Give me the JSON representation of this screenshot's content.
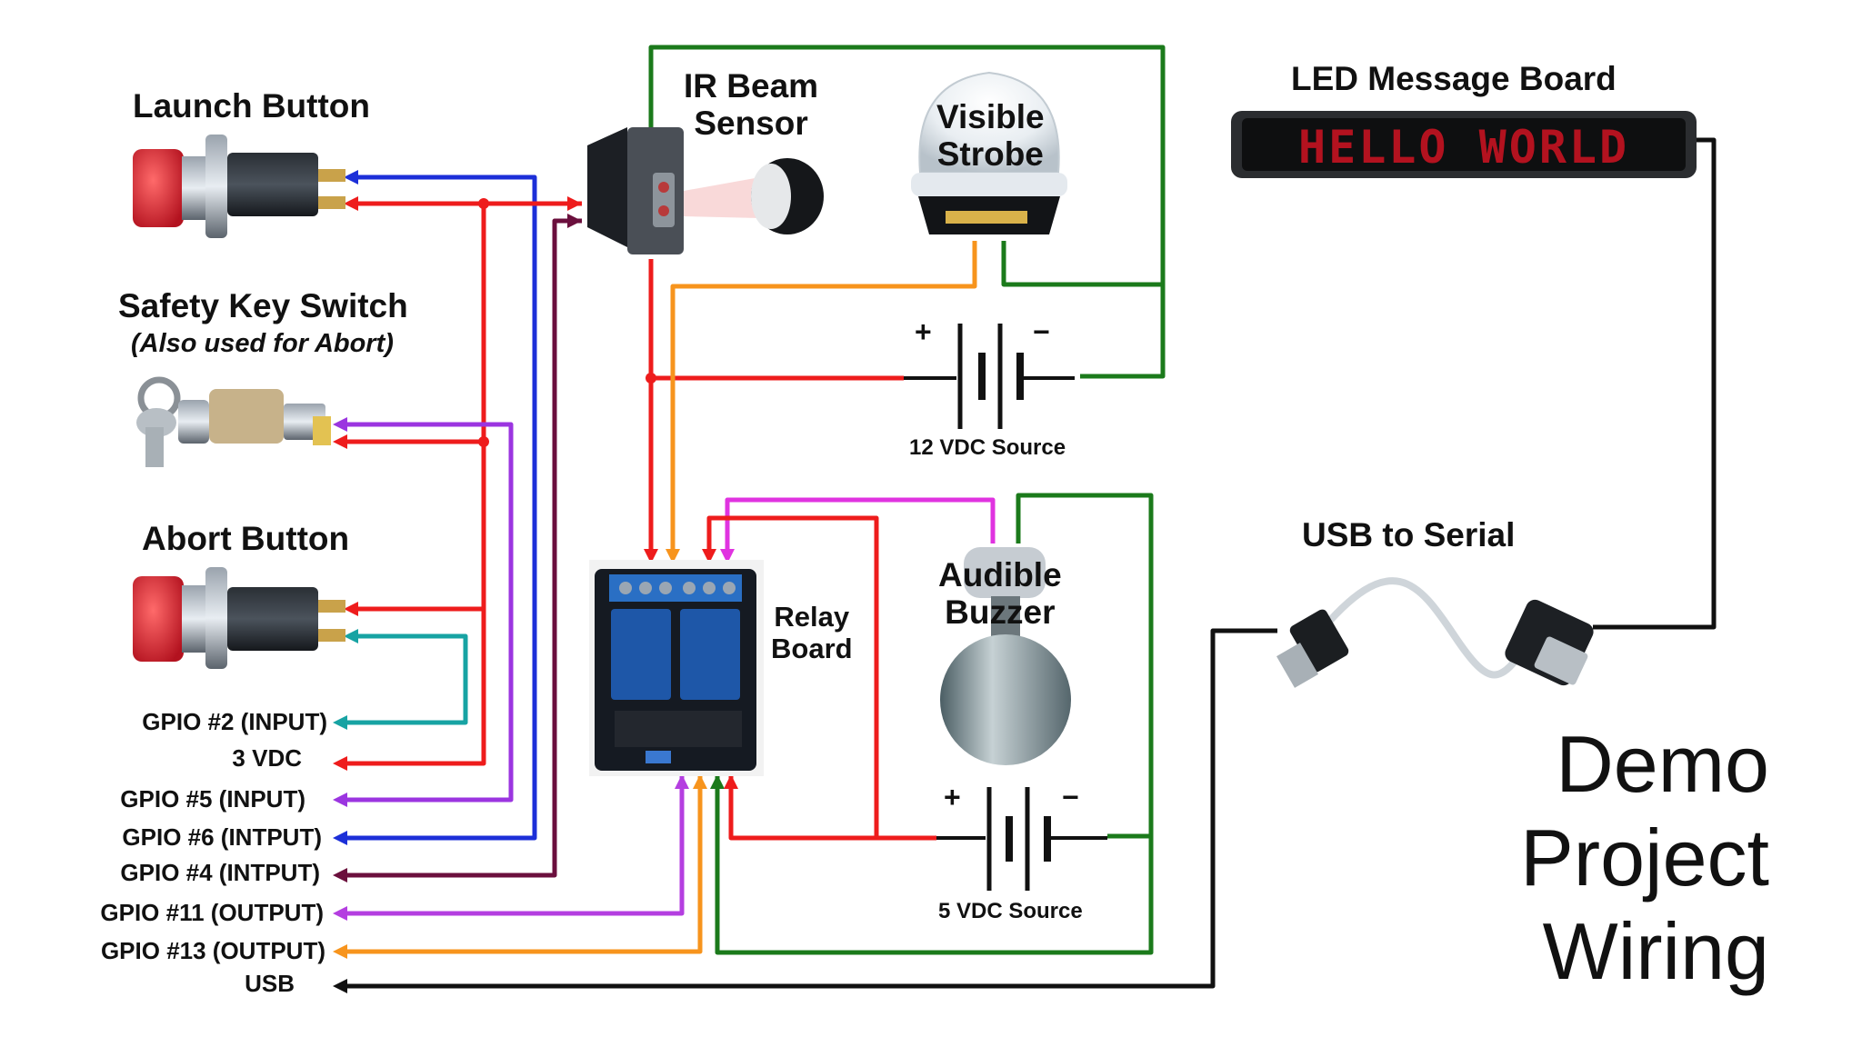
{
  "components": {
    "launch_button": "Launch Button",
    "safety_key": "Safety Key Switch",
    "safety_key_note": "(Also used for Abort)",
    "abort_button": "Abort Button",
    "ir_sensor_line1": "IR Beam",
    "ir_sensor_line2": "Sensor",
    "strobe_line1": "Visible",
    "strobe_line2": "Strobe",
    "led_board": "LED Message Board",
    "led_text": "HELLO WORLD",
    "relay_line1": "Relay",
    "relay_line2": "Board",
    "buzzer_line1": "Audible",
    "buzzer_line2": "Buzzer",
    "usb_serial": "USB to Serial"
  },
  "sources": {
    "v12": "12 VDC Source",
    "v5": "5 VDC Source",
    "plus": "+",
    "minus": "−"
  },
  "pins": [
    "GPIO #2 (INPUT)",
    "3 VDC",
    "GPIO #5 (INPUT)",
    "GPIO #6 (INTPUT)",
    "GPIO #4 (INTPUT)",
    "GPIO #11 (OUTPUT)",
    "GPIO #13 (OUTPUT)",
    "USB"
  ],
  "title": [
    "Demo",
    "Project",
    "Wiring"
  ],
  "wire_colors": {
    "red": "#ee1c1c",
    "blue": "#1c2fd8",
    "purple": "#9b35e0",
    "teal": "#17a3a3",
    "maroon": "#6b0f3d",
    "magenta": "#e033e0",
    "orange": "#f7941d",
    "green": "#1b7a1b",
    "black": "#111111"
  }
}
